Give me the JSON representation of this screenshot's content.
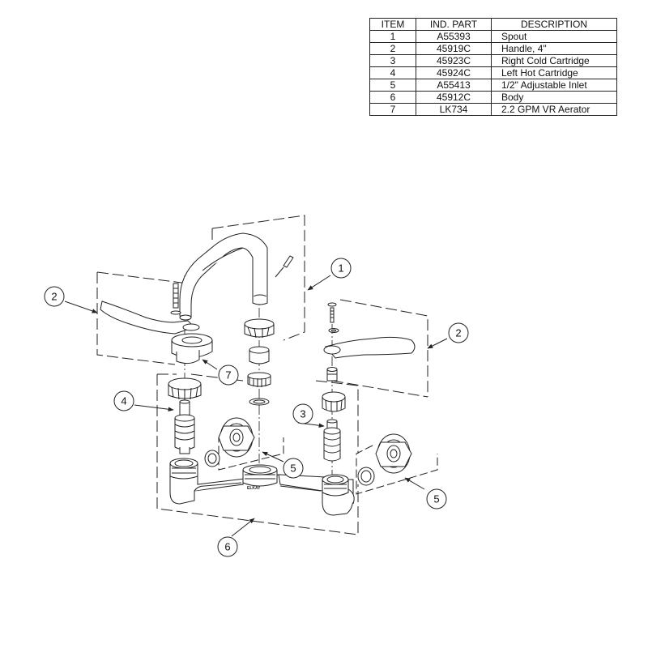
{
  "parts_table": {
    "headers": [
      "ITEM",
      "IND. PART",
      "DESCRIPTION"
    ],
    "rows": [
      {
        "item": "1",
        "part": "A55393",
        "description": "Spout"
      },
      {
        "item": "2",
        "part": "45919C",
        "description": "Handle, 4\""
      },
      {
        "item": "3",
        "part": "45923C",
        "description": "Right Cold Cartridge"
      },
      {
        "item": "4",
        "part": "45924C",
        "description": "Left Hot Cartridge"
      },
      {
        "item": "5",
        "part": "A55413",
        "description": "1/2\" Adjustable Inlet"
      },
      {
        "item": "6",
        "part": "45912C",
        "description": "Body"
      },
      {
        "item": "7",
        "part": "LK734",
        "description": "2.2 GPM VR Aerator"
      }
    ]
  },
  "callouts": {
    "spout": "1",
    "handle_left": "2",
    "handle_right": "2",
    "cartridge_right": "3",
    "cartridge_left": "4",
    "inlet_center": "5",
    "inlet_right": "5",
    "body": "6",
    "aerator": "7"
  },
  "body_stamp": "ELKAY",
  "colors": {
    "line": "#222222",
    "fill": "#ffffff"
  }
}
